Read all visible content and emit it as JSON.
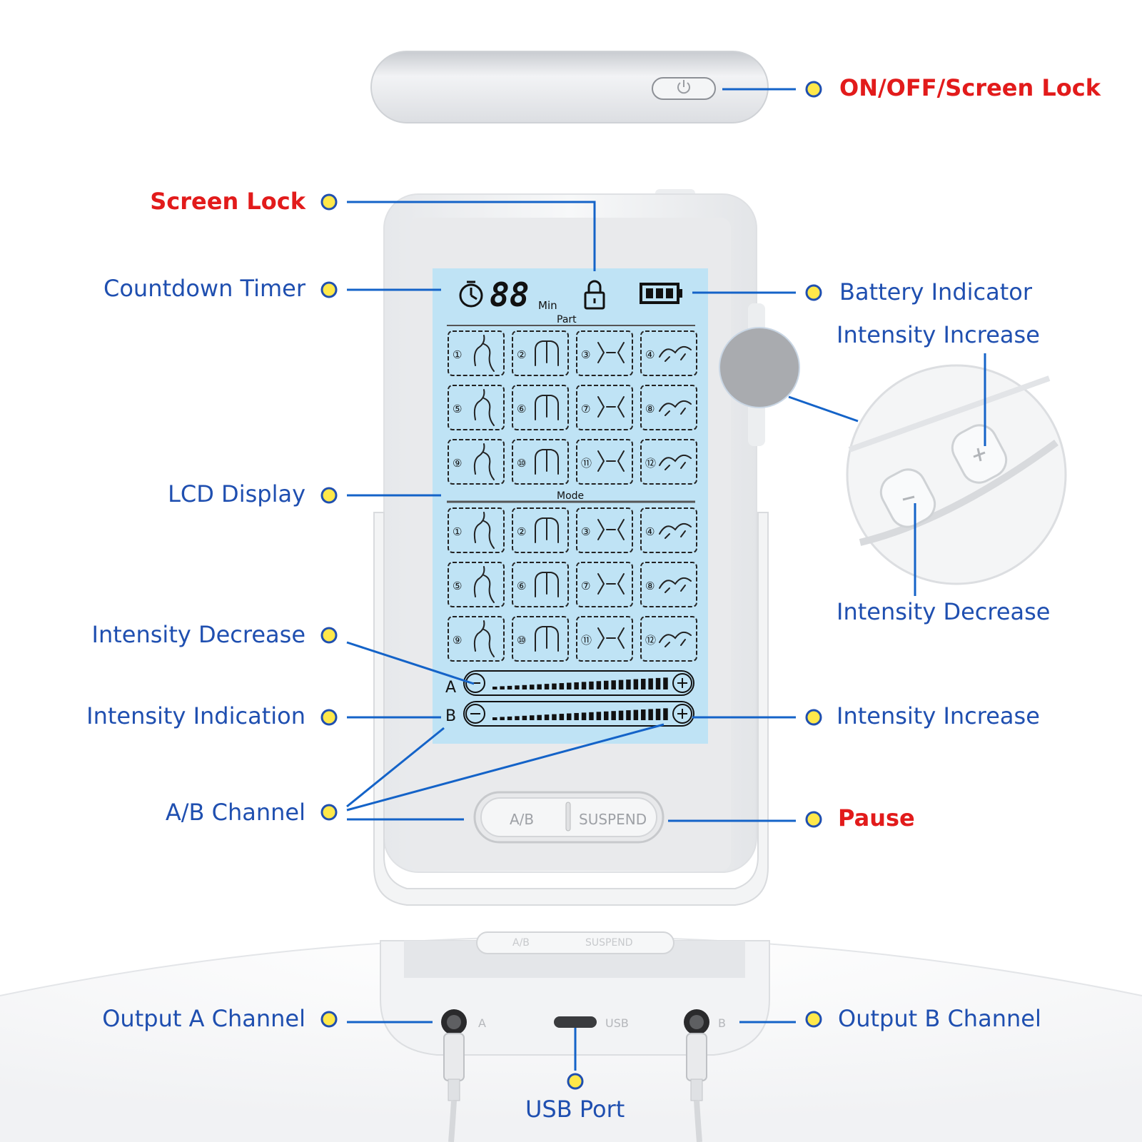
{
  "colors": {
    "callout_blue": "#1f4fb0",
    "leader_line": "#1463c8",
    "highlight_red": "#e21b1b",
    "lcd_blue": "#bfe3f5",
    "dot_fill": "#ffe84a"
  },
  "labels": {
    "on_off": "ON/OFF/Screen Lock",
    "screen_lock": "Screen Lock",
    "countdown_timer": "Countdown Timer",
    "battery_indicator": "Battery Indicator",
    "intensity_increase_top": "Intensity Increase",
    "lcd_display": "LCD Display",
    "intensity_decrease_side": "Intensity Decrease",
    "intensity_decrease_left": "Intensity Decrease",
    "intensity_indication": "Intensity Indication",
    "intensity_increase_right": "Intensity Increase",
    "ab_channel": "A/B Channel",
    "pause": "Pause",
    "output_a": "Output A Channel",
    "output_b": "Output B Channel",
    "usb_port": "USB Port"
  },
  "lcd": {
    "timer_digits": "88",
    "timer_unit": "Min",
    "part_header": "Part",
    "mode_header": "Mode",
    "channel_a": "A",
    "channel_b": "B",
    "part_numbers": [
      "①",
      "②",
      "③",
      "④",
      "⑤",
      "⑥",
      "⑦",
      "⑧",
      "⑨",
      "⑩",
      "⑪",
      "⑫"
    ],
    "mode_numbers": [
      "①",
      "②",
      "③",
      "④",
      "⑤",
      "⑥",
      "⑦",
      "⑧",
      "⑨",
      "⑩",
      "⑪",
      "⑫"
    ]
  },
  "device": {
    "ab_button": "A/B",
    "suspend_button": "SUSPEND",
    "port_a": "A",
    "port_usb": "USB",
    "port_b": "B",
    "bottom_ab": "A/B",
    "bottom_suspend": "SUSPEND"
  }
}
